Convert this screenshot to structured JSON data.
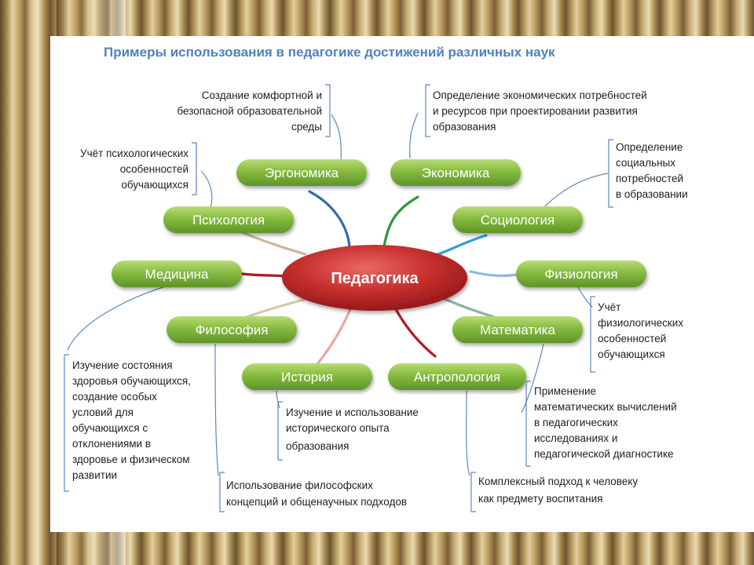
{
  "title": "Примеры использования в педагогике достижений различных наук",
  "center": "Педагогика",
  "branches": {
    "ergonomika": "Эргономика",
    "ekonomika": "Экономика",
    "psikhologiya": "Психология",
    "sotsiologiya": "Социология",
    "meditsina": "Медицина",
    "fiziologiya": "Физиология",
    "filosofiya": "Философия",
    "matematika": "Математика",
    "istoriya": "История",
    "antropologiya": "Антропология"
  },
  "notes": {
    "ergonomika": [
      "Создание комфортной и",
      "безопасной образовательной",
      "среды"
    ],
    "ekonomika": [
      "Определение экономических потребностей",
      "и ресурсов при проектировании развития",
      "образования"
    ],
    "psikhologiya": [
      "Учёт психологических",
      "особенностей",
      "обучающихся"
    ],
    "sotsiologiya": [
      "Определение",
      "социальных",
      "потребностей",
      "в образовании"
    ],
    "fiziologiya": [
      "Учёт",
      "физиологических",
      "особенностей",
      "обучающихся"
    ],
    "meditsina": [
      "Изучение состояния",
      "здоровья обучающихся,",
      "создание особых",
      "условий для",
      "обучающихся  с",
      "отклонениями в",
      "здоровье и физическом",
      "развитии"
    ],
    "matematika": [
      "Применение",
      "математических вычислений",
      "в педагогических",
      "исследованиях и",
      "педагогической диагностике"
    ],
    "istoriya": [
      "Изучение и использование",
      "исторического опыта",
      "образования"
    ],
    "filosofiya": [
      "Использование философских",
      "концепций и общенаучных подходов"
    ],
    "antropologiya": [
      "Комплексный подход к человеку",
      "как предмету воспитания"
    ]
  },
  "colors": {
    "title": "#4f81bd",
    "pill_green": "#7fb23a",
    "center_red": "#c0262b",
    "bracket_blue": "#5a87c0"
  }
}
